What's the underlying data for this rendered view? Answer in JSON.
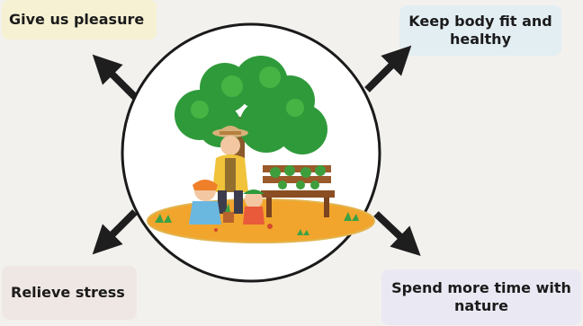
{
  "center": {
    "description_icon": "gardening-illustration"
  },
  "benefits": {
    "top_left": "Give us pleasure",
    "top_right": "Keep body fit and healthy",
    "bottom_left": "Relieve stress",
    "bottom_right": "Spend more time with nature"
  },
  "colors": {
    "arrow": "#1e1e1e",
    "circle_border": "#1a1a1a",
    "tree_foliage": "#2f9a3a",
    "ground": "#f2a52c",
    "box_top_left": "#f6f1d3",
    "box_top_right": "#e3eef3",
    "box_bottom_left": "#efe7e3",
    "box_bottom_right": "#eae8f2"
  }
}
